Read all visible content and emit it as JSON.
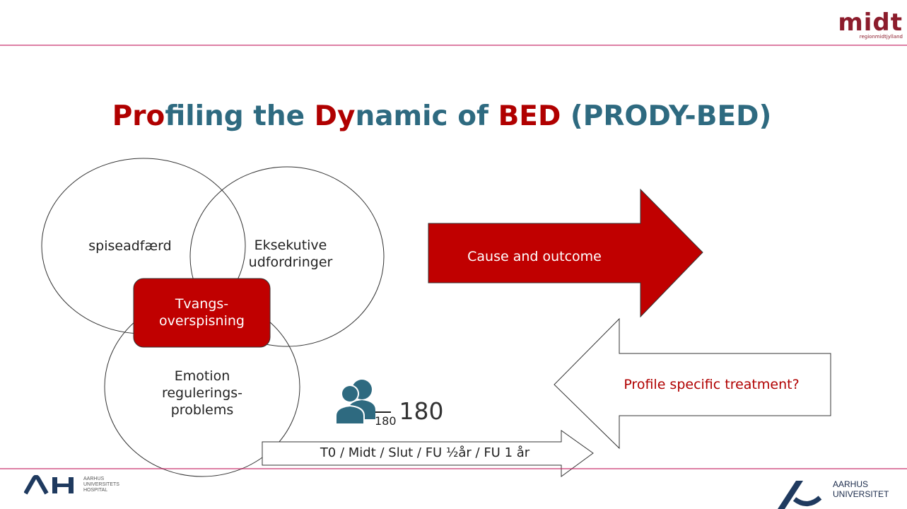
{
  "logo": {
    "word": "midt",
    "sub": "regionmidtjylland"
  },
  "title": {
    "parts": [
      {
        "text": "Pro",
        "red": true
      },
      {
        "text": "filing the ",
        "red": false
      },
      {
        "text": "Dy",
        "red": true
      },
      {
        "text": "namic of ",
        "red": false
      },
      {
        "text": "BED",
        "red": true
      },
      {
        "text": " (PRODY-BED)",
        "red": false
      }
    ]
  },
  "venn": {
    "circle1": "spiseadfærd",
    "circle2_line1": "Eksekutive",
    "circle2_line2": "udfordringer",
    "circle3_line1": "Emotion",
    "circle3_line2": "regulerings-",
    "circle3_line3": "problems",
    "center_line1": "Tvangs-",
    "center_line2": "overspisning"
  },
  "arrows": {
    "cause_outcome": "Cause and outcome",
    "profile_treatment": "Profile specific treatment?",
    "timeline": "T0 / Midt / Slut / FU ½år / FU 1 år"
  },
  "participants": {
    "sub": "180",
    "value": "180"
  },
  "footer": {
    "auh_line1": "AARHUS",
    "auh_line2": "UNIVERSITETS",
    "auh_line3": "HOSPITAL",
    "au_line1": "AARHUS",
    "au_line2": "UNIVERSITET"
  },
  "colors": {
    "accent_red": "#b00000",
    "teal": "#2e6a80"
  }
}
